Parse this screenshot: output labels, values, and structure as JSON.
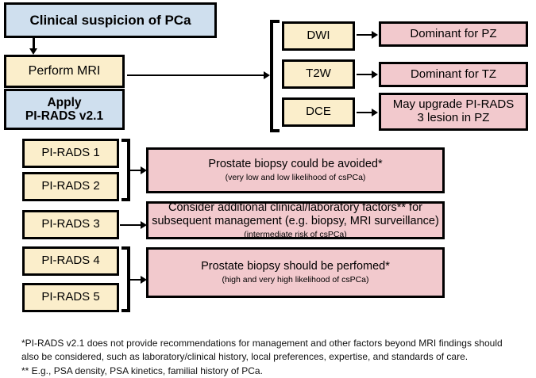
{
  "colors": {
    "blue_fill": "#cfdfee",
    "yellow_fill": "#fbeecb",
    "pink_fill": "#f2c9cd",
    "stroke": "#000000",
    "background": "#ffffff"
  },
  "flow": {
    "entry": {
      "clinical_suspicion": "Clinical suspicion of PCa",
      "perform_mri": "Perform MRI",
      "apply_pirads_line1": "Apply",
      "apply_pirads_line2": "PI-RADS v2.1"
    },
    "sequences": [
      {
        "label": "DWI",
        "finding": "Dominant for PZ"
      },
      {
        "label": "T2W",
        "finding": "Dominant for TZ"
      },
      {
        "label": "DCE",
        "finding_line1": "May upgrade PI-RADS",
        "finding_line2": "3 lesion in PZ"
      }
    ],
    "pirads_scores": [
      {
        "label": "PI-RADS 1"
      },
      {
        "label": "PI-RADS 2"
      },
      {
        "label": "PI-RADS 3"
      },
      {
        "label": "PI-RADS 4"
      },
      {
        "label": "PI-RADS 5"
      }
    ],
    "recommendations": [
      {
        "main": "Prostate biopsy could be avoided*",
        "sub": "(very low and low likelihood of csPCa)"
      },
      {
        "main_line1": "Consider additional clinical/laboratory factors** for",
        "main_line2": "subsequent management (e.g. biopsy, MRI surveillance)",
        "sub": "(intermediate risk of csPCa)"
      },
      {
        "main": "Prostate biopsy should be perfomed*",
        "sub": "(high and very high likelihood of csPCa)"
      }
    ]
  },
  "footnotes": {
    "line1": "*PI-RADS v2.1 does not provide recommendations for management and other factors beyond MRI findings should",
    "line2": "also be considered, such as laboratory/clinical history, local preferences, expertise, and standards of care.",
    "line3": "** E.g., PSA density, PSA kinetics, familial history of PCa."
  }
}
